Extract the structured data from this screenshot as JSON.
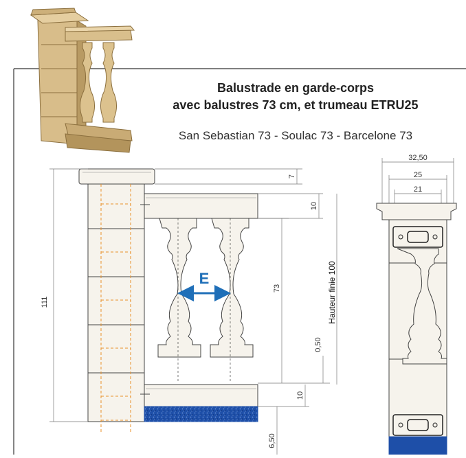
{
  "title": {
    "line1": "Balustrade en garde-corps",
    "line2": "avec balustres 73 cm, et trumeau ETRU25"
  },
  "subtitle": "San Sebastian 73 - Soulac 73 - Barcelone 73",
  "dimensions": {
    "total_height": "111",
    "top_cap": "7",
    "handrail": "10",
    "baluster_height": "73",
    "gap": "0,50",
    "base_rail": "10",
    "bottom": "6,50",
    "finished_height": "Hauteur finie 100",
    "spacing_label": "E",
    "width_outer": "32,50",
    "width_mid": "25",
    "width_inner": "21"
  },
  "colors": {
    "stone": "#f6f3ec",
    "line": "#444444",
    "orange_dash": "#e8902a",
    "blue_arrow": "#1f6fb8",
    "concrete_blue": "#1e4fa8",
    "product_stone": "#d9bf8c"
  }
}
